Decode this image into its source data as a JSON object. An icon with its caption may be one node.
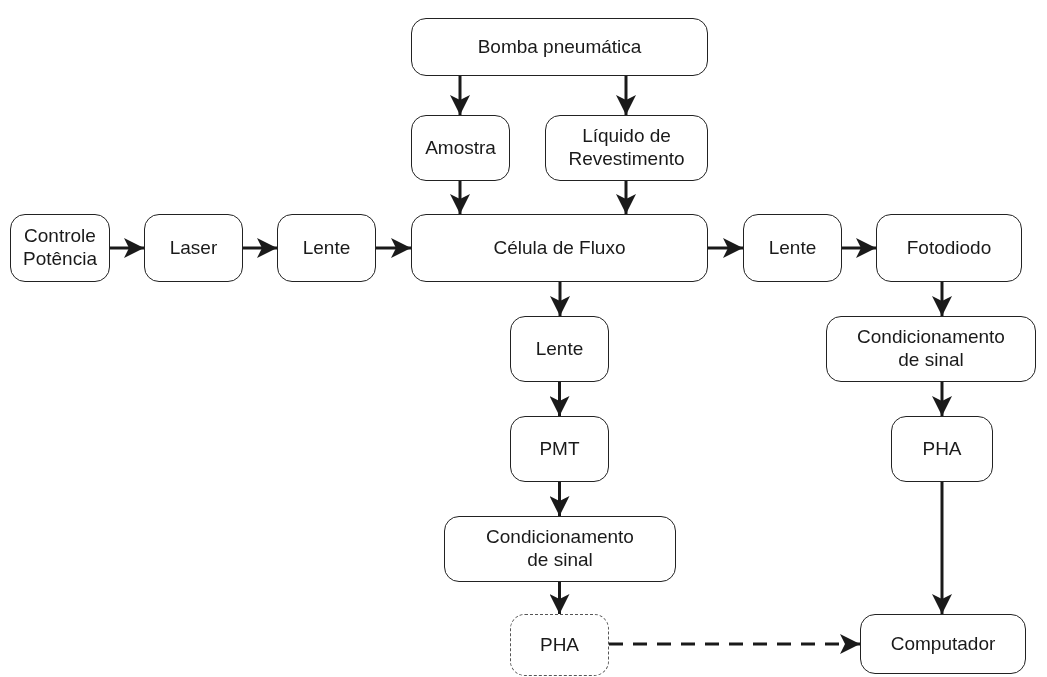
{
  "diagram": {
    "nodes": [
      {
        "text": [
          "Bomba pneumática"
        ]
      },
      {
        "text": [
          "Amostra"
        ]
      },
      {
        "text": [
          "Líquido de Revestimento"
        ]
      },
      {
        "text": [
          "Controle Potência"
        ]
      },
      {
        "text": [
          "Laser"
        ]
      },
      {
        "text": [
          "Lente"
        ]
      },
      {
        "text": [
          "Célula de Fluxo"
        ]
      },
      {
        "text": [
          "Lente"
        ]
      },
      {
        "text": [
          "Fotodiodo"
        ]
      },
      {
        "text": [
          "Lente"
        ]
      },
      {
        "text": [
          "Condicionamento de sinal"
        ]
      },
      {
        "text": [
          "PMT"
        ]
      },
      {
        "text": [
          "PHA"
        ]
      },
      {
        "text": [
          "Condicionamento de sinal"
        ]
      },
      {
        "text": [
          "PHA"
        ]
      },
      {
        "text": [
          "Computador"
        ]
      }
    ],
    "edges": [
      {
        "from": 0,
        "to": 1,
        "arrow": "to"
      },
      {
        "from": 0,
        "to": 2,
        "arrow": "to"
      },
      {
        "from": 1,
        "to": 6,
        "arrow": "to"
      },
      {
        "from": 2,
        "to": 6,
        "arrow": "to"
      },
      {
        "from": 3,
        "to": 4,
        "arrow": "to"
      },
      {
        "from": 4,
        "to": 5,
        "arrow": "to"
      },
      {
        "from": 5,
        "to": 6,
        "arrow": "to"
      },
      {
        "from": 6,
        "to": 7,
        "arrow": "to"
      },
      {
        "from": 7,
        "to": 8,
        "arrow": "to"
      },
      {
        "from": 6,
        "to": 9,
        "arrow": "to"
      },
      {
        "from": 9,
        "to": 11,
        "arrow": "to"
      },
      {
        "from": 11,
        "to": 13,
        "arrow": "to"
      },
      {
        "from": 13,
        "to": 14,
        "arrow": "to"
      },
      {
        "from": 8,
        "to": 10,
        "arrow": "to"
      },
      {
        "from": 10,
        "to": 12,
        "arrow": "to"
      },
      {
        "from": 12,
        "to": 15,
        "arrow": "to"
      },
      {
        "from": 14,
        "to": 15,
        "arrow": "to",
        "style": "dashed"
      }
    ]
  }
}
